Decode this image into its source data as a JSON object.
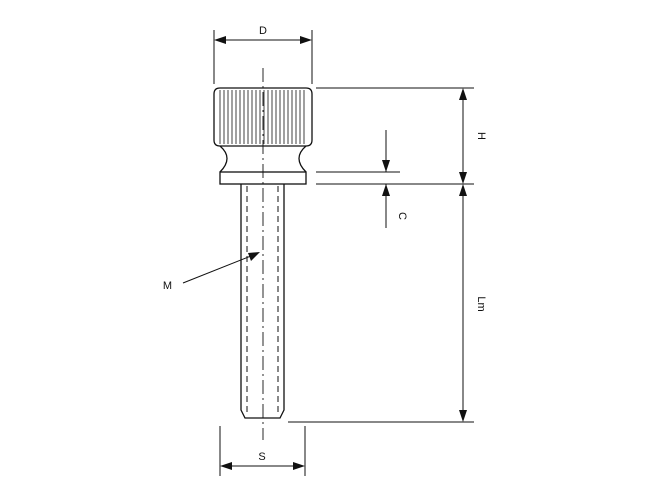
{
  "labels": {
    "D": "D",
    "H": "H",
    "C": "C",
    "M": "M",
    "Lm": "Lm",
    "S": "S"
  },
  "colors": {
    "line": "#111111",
    "background": "#ffffff"
  }
}
